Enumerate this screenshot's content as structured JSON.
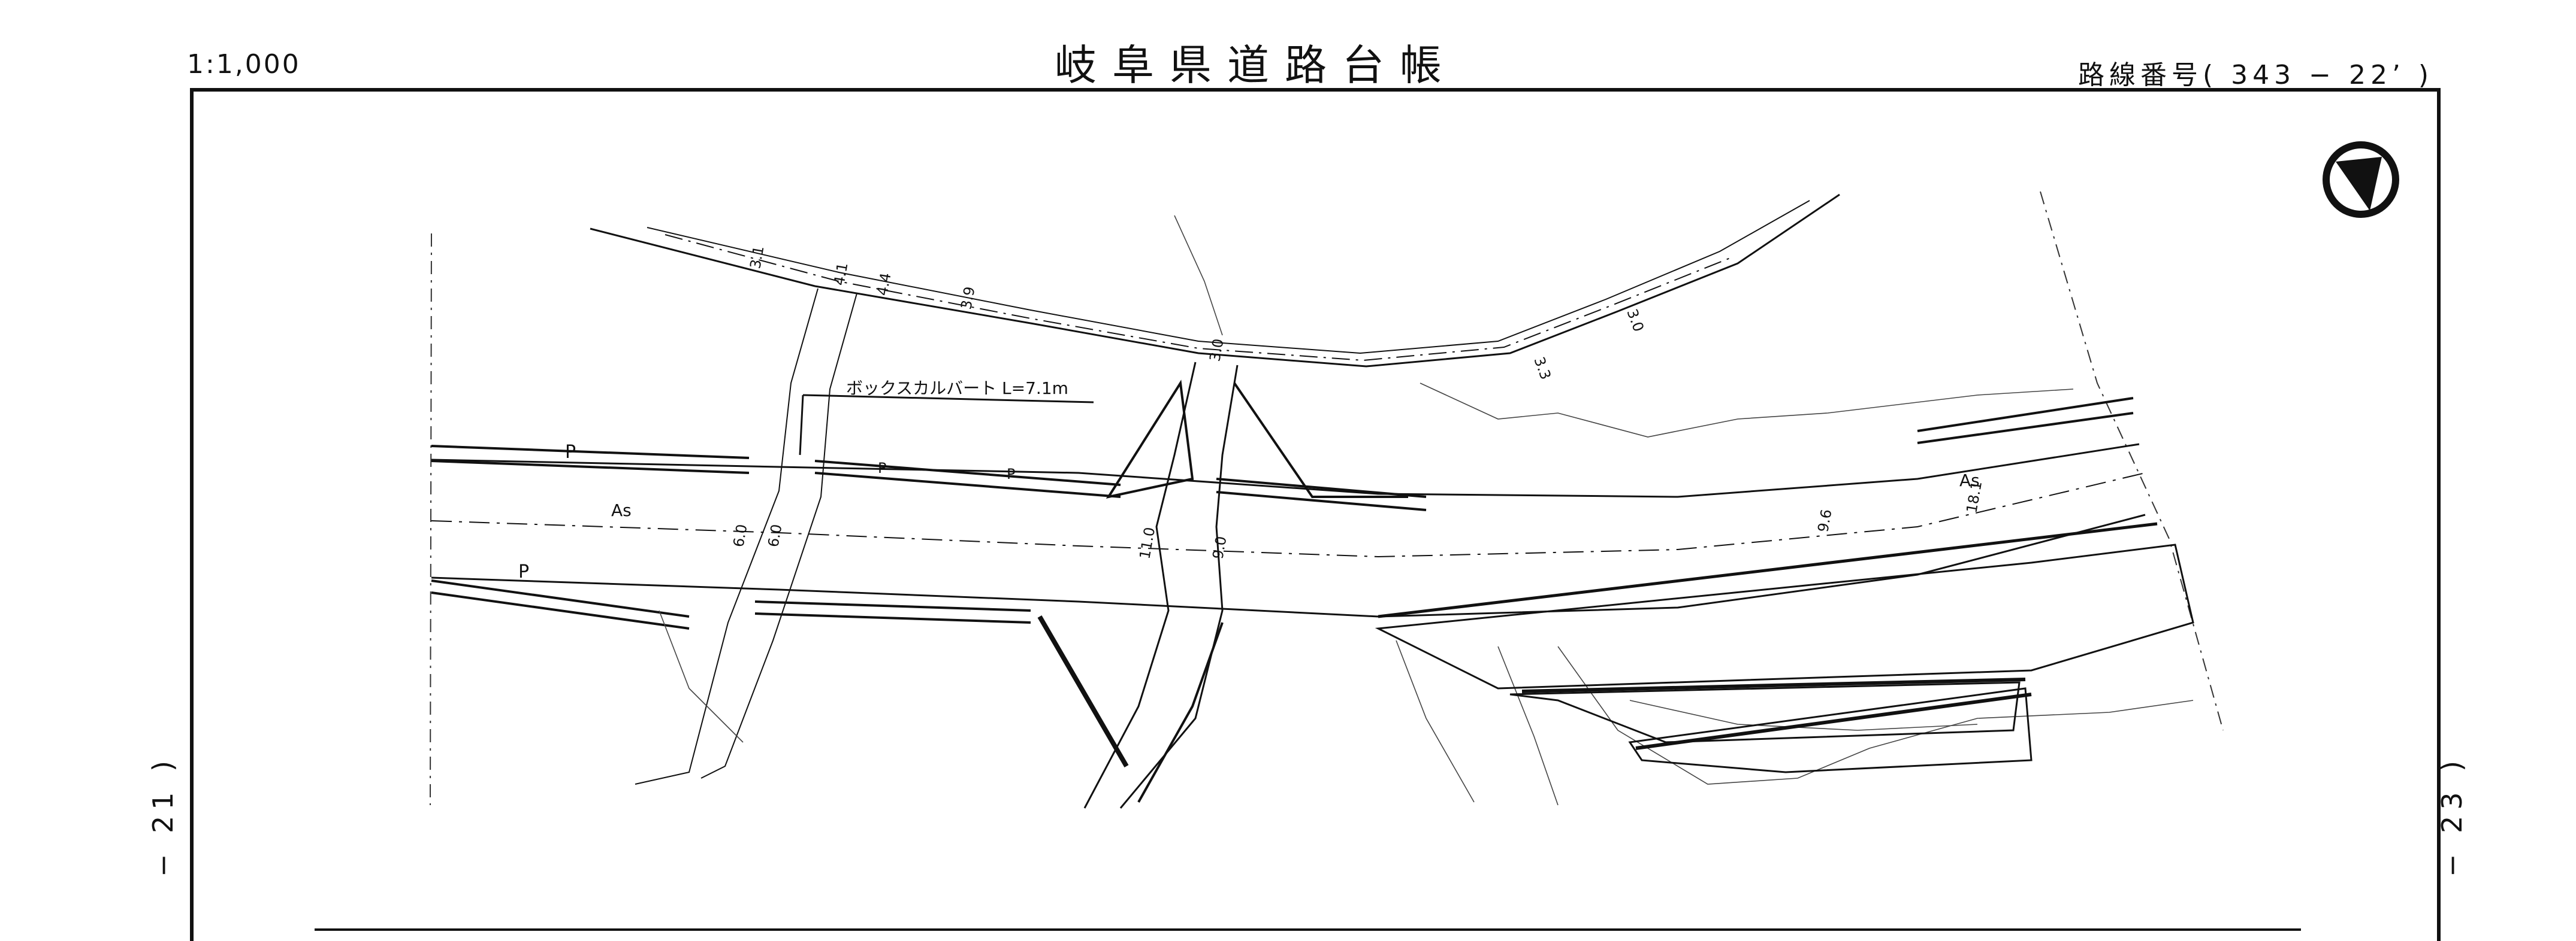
{
  "header": {
    "scale": "1:1,000",
    "title": "岐阜県道路台帳",
    "route_number": "路線番号( 343 − 22’ )"
  },
  "page_refs": {
    "left": "− 21 )",
    "right": "− 23 )"
  },
  "map": {
    "culvert_label": "ボックスカルバート L=7.1m",
    "surface_labels": [
      "As",
      "As"
    ],
    "parking_labels": [
      "P",
      "P",
      "P",
      "P"
    ],
    "widths": [
      "3.1",
      "4.1",
      "4.4",
      "3.9",
      "3.0",
      "3.3",
      "3.0",
      "6.0",
      "6.0",
      "11.0",
      "9.0",
      "9.6",
      "18.1"
    ],
    "north_arrow": "north-arrow-icon"
  }
}
